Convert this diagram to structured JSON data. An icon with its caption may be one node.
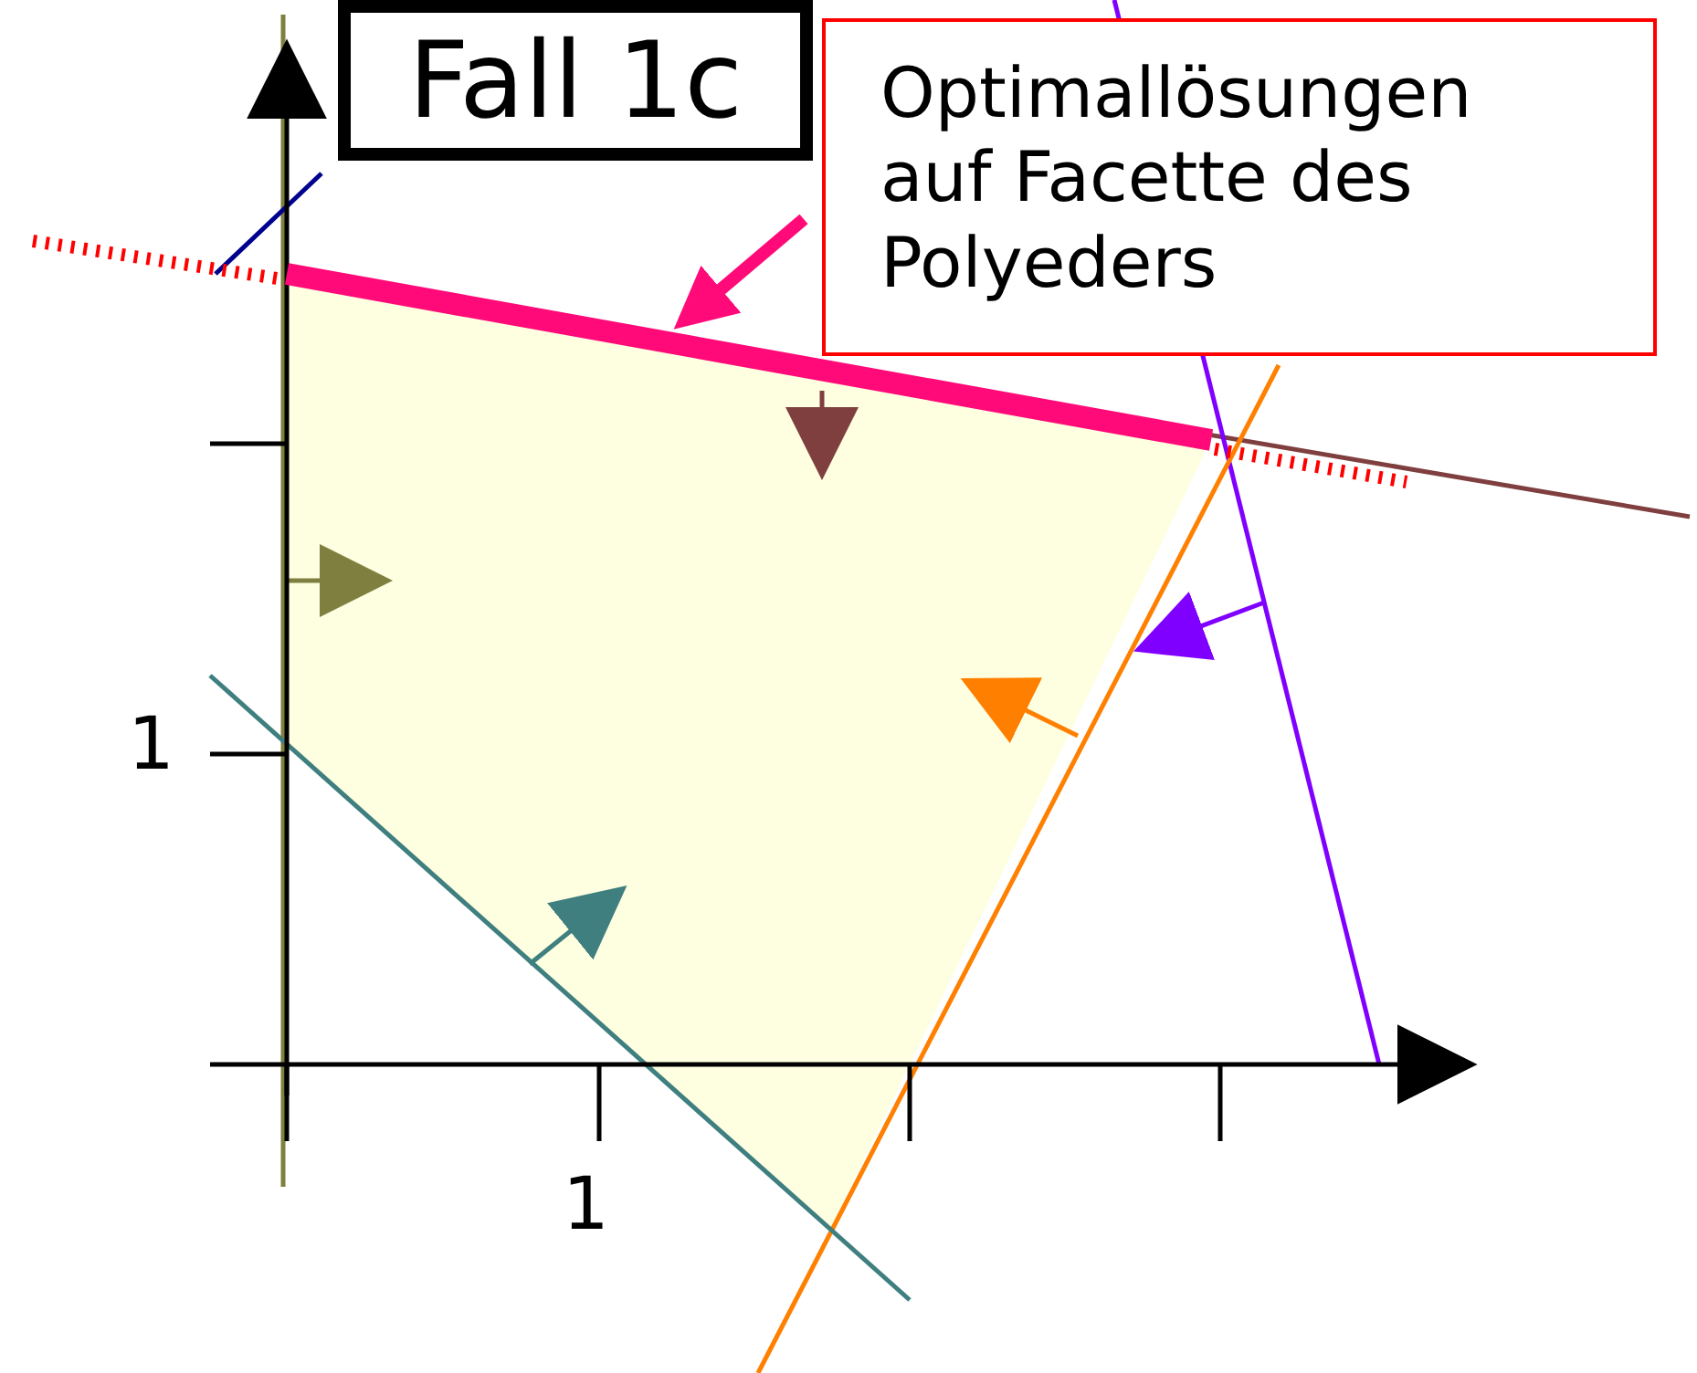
{
  "diagram": {
    "nodes": [
      {
        "text": [
          "Fall 1c"
        ]
      },
      {
        "text": [
          "Optimallösungen auf Facette des Polyeders"
        ]
      },
      {
        "text": [],
        "shape": "bar"
      }
    ],
    "edges": [
      {
        "from": 1,
        "to": 2,
        "arrow": "to"
      }
    ],
    "labels": [
      "1",
      "1"
    ]
  }
}
